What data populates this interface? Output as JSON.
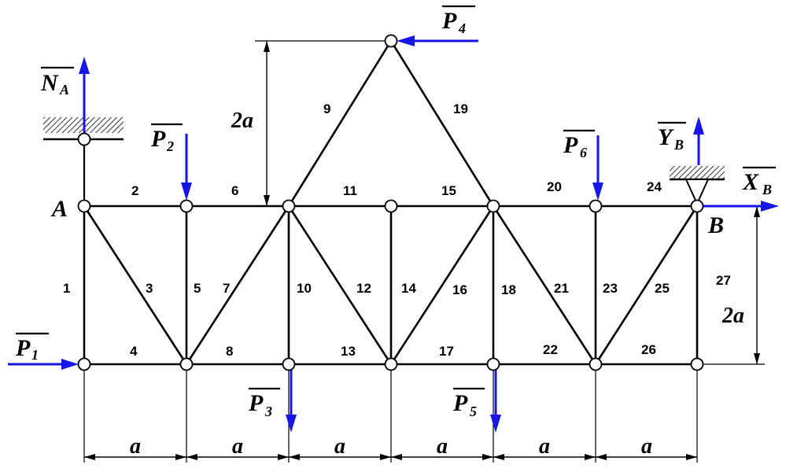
{
  "labels": {
    "node_a": "A",
    "node_b": "B",
    "dim_a": "a",
    "dim_2a": "2a"
  },
  "members": [
    "1",
    "2",
    "3",
    "4",
    "5",
    "6",
    "7",
    "8",
    "9",
    "10",
    "11",
    "12",
    "13",
    "14",
    "15",
    "16",
    "17",
    "18",
    "19",
    "20",
    "21",
    "22",
    "23",
    "24",
    "25",
    "26",
    "27"
  ],
  "forces": {
    "P1": {
      "name": "P",
      "sub": "1"
    },
    "P2": {
      "name": "P",
      "sub": "2"
    },
    "P3": {
      "name": "P",
      "sub": "3"
    },
    "P4": {
      "name": "P",
      "sub": "4"
    },
    "P5": {
      "name": "P",
      "sub": "5"
    },
    "P6": {
      "name": "P",
      "sub": "6"
    },
    "NA": {
      "name": "N",
      "sub": "A"
    },
    "YB": {
      "name": "Y",
      "sub": "B"
    },
    "XB": {
      "name": "X",
      "sub": "B"
    }
  },
  "colors": {
    "force": "#1616e6",
    "structure": "#000000"
  }
}
